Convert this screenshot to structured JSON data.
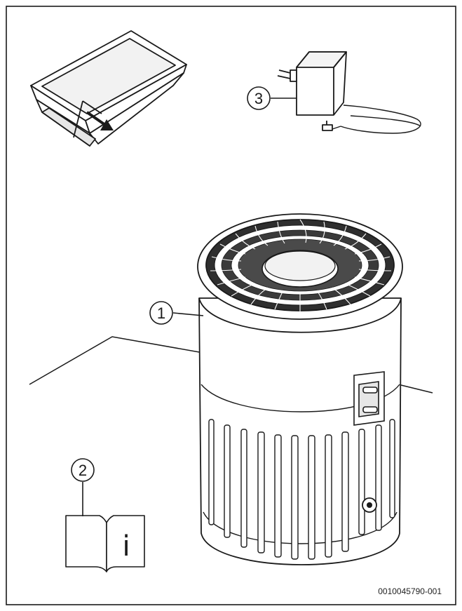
{
  "figure": {
    "border_color": "#1a1a1a",
    "stroke_color": "#1a1a1a",
    "fill_color": "#ffffff",
    "shade_color": "#e6e6e6",
    "dark_fill": "#2a2a2a"
  },
  "callouts": [
    {
      "number": "1",
      "refers_to": "air purifier unit"
    },
    {
      "number": "2",
      "refers_to": "instruction manual"
    },
    {
      "number": "3",
      "refers_to": "power adapter"
    }
  ],
  "manual_icon": {
    "symbol": "i"
  },
  "document_code": "0010045790-001"
}
